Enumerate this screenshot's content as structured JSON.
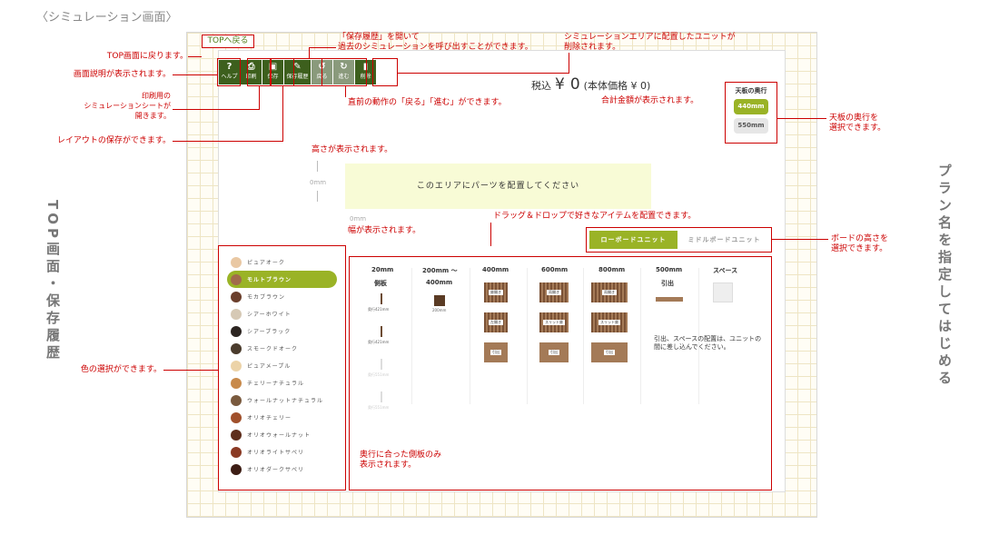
{
  "header": {
    "screen_title": "〈シミュレーション画面〉"
  },
  "side_titles": {
    "left": "TOP画面・保存履歴",
    "right": "プラン名を指定してはじめる"
  },
  "top_button": {
    "label": "TOPへ戻る"
  },
  "toolbar": [
    {
      "icon": "?",
      "label": "ヘルプ",
      "enabled": true
    },
    {
      "icon": "⎙",
      "label": "印刷",
      "enabled": true
    },
    {
      "icon": "▣",
      "label": "保存",
      "enabled": true
    },
    {
      "icon": "✎",
      "label": "保存履歴",
      "enabled": true
    },
    {
      "icon": "↺",
      "label": "戻る",
      "enabled": false
    },
    {
      "icon": "↻",
      "label": "進む",
      "enabled": false
    },
    {
      "icon": "▮",
      "label": "削除",
      "enabled": true
    }
  ],
  "price": {
    "prefix": "税込",
    "yen": "¥",
    "amount": "0",
    "detail": "(本体価格 ¥ 0)"
  },
  "depth": {
    "title": "天板の奥行",
    "options": [
      "440mm",
      "550mm"
    ],
    "selected": 0
  },
  "canvas": {
    "height_value": "0mm",
    "width_value": "0mm",
    "drop_text": "このエリアにパーツを配置してください"
  },
  "tabs": {
    "low": "ローボードユニット",
    "middle": "ミドルボードユニット"
  },
  "colors": [
    {
      "name": "ピュアオーク",
      "hex": "#e9c8a3"
    },
    {
      "name": "モルトブラウン",
      "hex": "#a16b4c"
    },
    {
      "name": "モカブラウン",
      "hex": "#6b3f2c"
    },
    {
      "name": "シアーホワイト",
      "hex": "#d6c9b5"
    },
    {
      "name": "シアーブラック",
      "hex": "#2c2521"
    },
    {
      "name": "スモークドオーク",
      "hex": "#4a3b2c"
    },
    {
      "name": "ピュアメープル",
      "hex": "#ecd3a8"
    },
    {
      "name": "チェリーナチュラル",
      "hex": "#c88a4b"
    },
    {
      "name": "ウォールナットナチュラル",
      "hex": "#7a5a3e"
    },
    {
      "name": "オリオチェリー",
      "hex": "#a0502b"
    },
    {
      "name": "オリオウォールナット",
      "hex": "#5e2e1c"
    },
    {
      "name": "オリオライトサペリ",
      "hex": "#8a3a24"
    },
    {
      "name": "オリオダークサペリ",
      "hex": "#3d1d14"
    }
  ],
  "parts": {
    "headers": [
      "20mm",
      "200mm ～",
      "400mm",
      "600mm",
      "800mm",
      "500mm",
      "スペース"
    ],
    "subheaders": {
      "side": "側板",
      "w200": "400mm",
      "drawer": "引出"
    },
    "side_labels": [
      "奥行421mm",
      "奥行421mm",
      "奥行551mm",
      "奥行551mm"
    ],
    "small_tag": "200mm",
    "tags": {
      "open": "扉開き",
      "both": "両開き",
      "left": "左開き",
      "slit": "スリット扉",
      "drawer": "引出",
      "open2": "扉開き"
    },
    "note": "引出、スペースの配置は、ユニットの間に差し込んでください。"
  },
  "annotations": {
    "top": "TOP画面に戻ります。",
    "help": "画面説明が表示されます。",
    "print": "印刷用の\nシミュレーションシートが\n開きます。",
    "save": "レイアウトの保存ができます。",
    "history": "「保存履歴」を開いて\n過去のシミュレーションを呼び出すことができます。",
    "delete": "シミュレーションエリアに配置したユニットが\n削除されます。",
    "undo": "直前の動作の「戻る」「進む」ができます。",
    "total": "合計金額が表示されます。",
    "depth": "天板の奥行を\n選択できます。",
    "height": "高さが表示されます。",
    "drag": "ドラッグ＆ドロップで好きなアイテムを配置できます。",
    "width": "幅が表示されます。",
    "board": "ボードの高さを\n選択できます。",
    "color": "色の選択ができます。",
    "sideonly": "奥行に合った側板のみ\n表示されます。"
  }
}
